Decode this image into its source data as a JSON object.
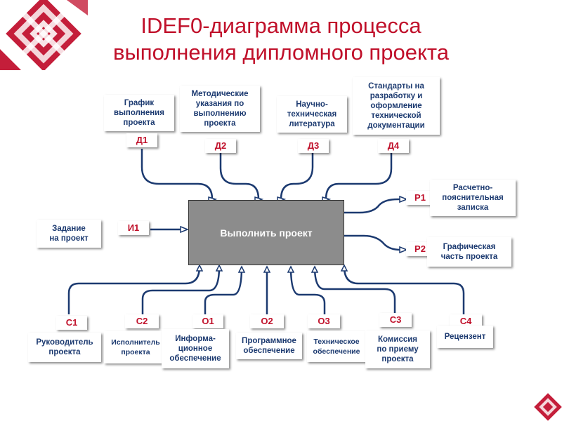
{
  "title": "IDEF0-диаграмма процесса\nвыполнения дипломного проекта",
  "process": "Выполнить проект",
  "controls": [
    {
      "code": "Д1",
      "label": "График\nвыполнения\nпроекта"
    },
    {
      "code": "Д2",
      "label": "Методические\nуказания по\nвыполнению\nпроекта"
    },
    {
      "code": "Д3",
      "label": "Научно-\nтехническая\nлитература"
    },
    {
      "code": "Д4",
      "label": "Стандарты на\nразработку и\nоформление\nтехнической\nдокументации"
    }
  ],
  "input": {
    "code": "И1",
    "label": "Задание\nна проект"
  },
  "outputs": [
    {
      "code": "Р1",
      "label": "Расчетно-\nпояснительная\nзаписка"
    },
    {
      "code": "Р2",
      "label": "Графическая\nчасть проекта"
    }
  ],
  "mechanisms": [
    {
      "code": "С1",
      "label": "Руководитель\nпроекта"
    },
    {
      "code": "С2",
      "label": "Исполнитель\nпроекта"
    },
    {
      "code": "О1",
      "label": "Информа-\nционное\nобеспечение"
    },
    {
      "code": "О2",
      "label": "Программное\nобеспечение"
    },
    {
      "code": "О3",
      "label": "Техническое\nобеспечение"
    },
    {
      "code": "С3",
      "label": "Комиссия\nпо приему\nпроекта"
    },
    {
      "code": "С4",
      "label": "Рецензент"
    }
  ],
  "colors": {
    "title": "#c0102a",
    "code": "#c0102a",
    "label": "#1c3a70",
    "arrow": "#1c3a70",
    "process": "#8c8c8c",
    "logo": "#c41e3a"
  }
}
